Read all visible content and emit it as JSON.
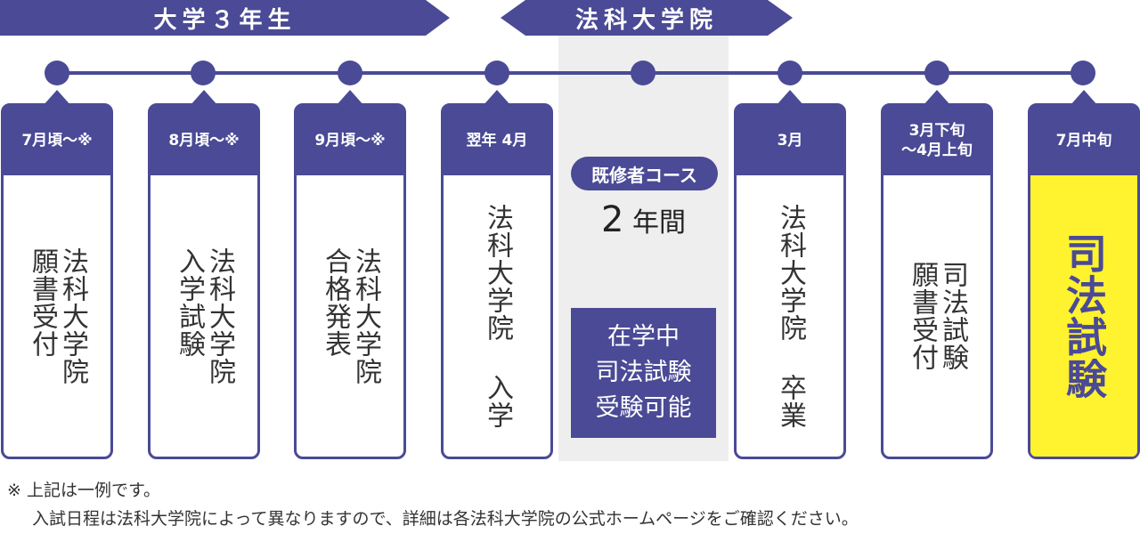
{
  "banners": {
    "left": "大学３年生",
    "right": "法科大学院"
  },
  "cards": [
    {
      "head": "7月頃〜※",
      "body": "法科大学院\n願書受付"
    },
    {
      "head": "8月頃〜※",
      "body": "法科大学院\n入学試験"
    },
    {
      "head": "9月頃〜※",
      "body": "法科大学院\n合格発表"
    },
    {
      "head": "翌年 4月",
      "body": "法科大学院 入学"
    },
    {
      "head": "3月",
      "body": "法科大学院 卒業"
    },
    {
      "head": "3月下旬\n〜4月上旬",
      "body": "司法試験\n願書受付"
    },
    {
      "head": "7月中旬",
      "body": "司法試験"
    }
  ],
  "course": {
    "pill": "既修者コース",
    "years_num": "2",
    "years_unit": "年間",
    "info_lines": [
      "在学中",
      "司法試験",
      "受験可能"
    ]
  },
  "notes": {
    "line1": "※ 上記は一例です。",
    "line2": "入試日程は法科大学院によって異なりますので、詳細は各法科大学院の公式ホームページをご確認ください。"
  },
  "colors": {
    "primary": "#4a4a96",
    "highlight": "#fff22e",
    "shade": "#eeeeee"
  }
}
